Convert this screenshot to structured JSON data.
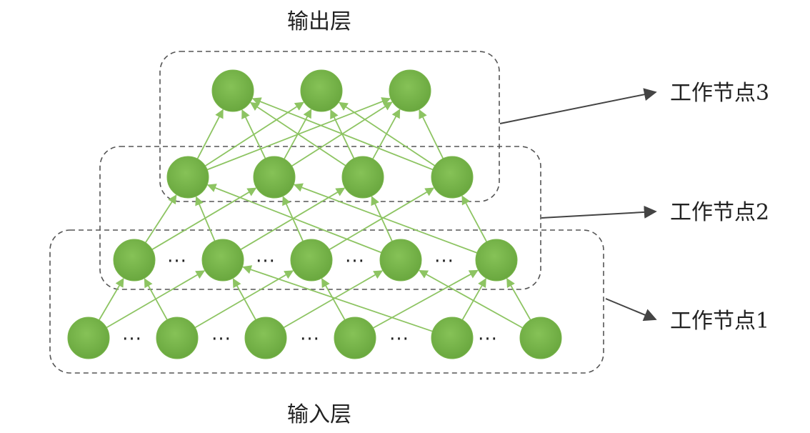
{
  "labels": {
    "output_layer": "输出层",
    "input_layer": "输入层",
    "work_node_3": "工作节点3",
    "work_node_2": "工作节点2",
    "work_node_1": "工作节点1",
    "ellipsis": "···"
  },
  "colors": {
    "node": "#79b54b",
    "edge": "#8dc462",
    "box": "#555555",
    "arrow": "#444444"
  }
}
